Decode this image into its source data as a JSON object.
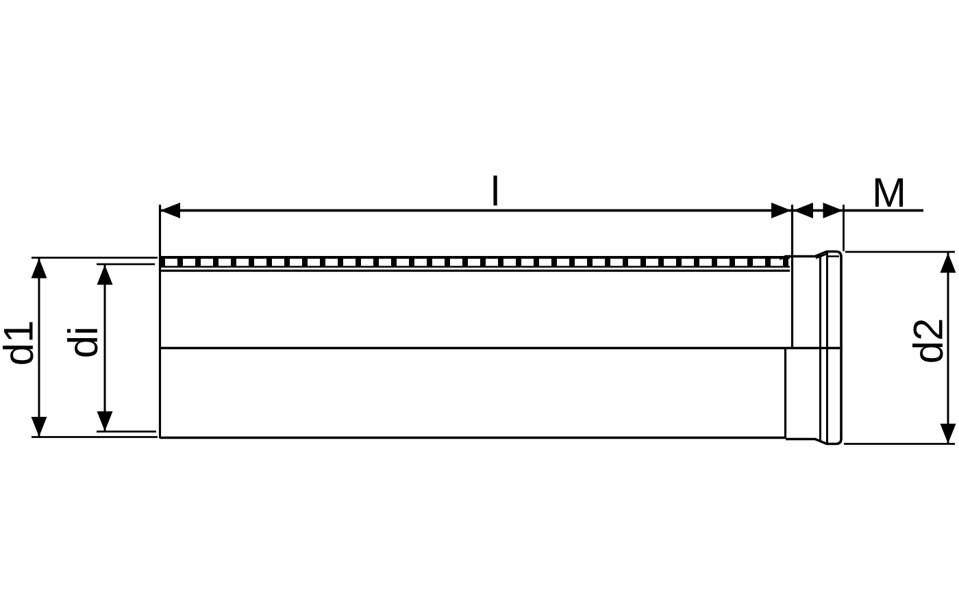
{
  "diagram": {
    "kind": "technical-dimension-drawing",
    "labels": {
      "l": "l",
      "M": "M",
      "d1": "d1",
      "di": "di",
      "d2": "d2"
    },
    "colors": {
      "line": "#000000",
      "background": "#ffffff"
    }
  }
}
